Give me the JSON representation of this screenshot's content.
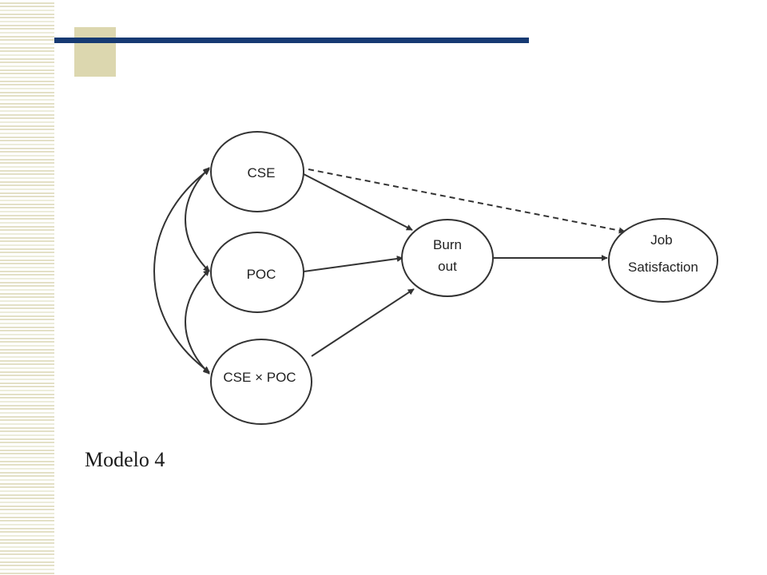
{
  "slide": {
    "caption": "Modelo 4",
    "colors": {
      "title_bar": "#163a73",
      "accent_square": "#dcd7af",
      "stripes": "#e3e0c6"
    }
  },
  "diagram": {
    "nodes": {
      "cse": "CSE",
      "poc": "POC",
      "cse_x_poc": "CSE × POC",
      "burnout_line1": "Burn",
      "burnout_line2": "out",
      "job_line1": "Job",
      "job_line2": "Satisfaction"
    }
  }
}
